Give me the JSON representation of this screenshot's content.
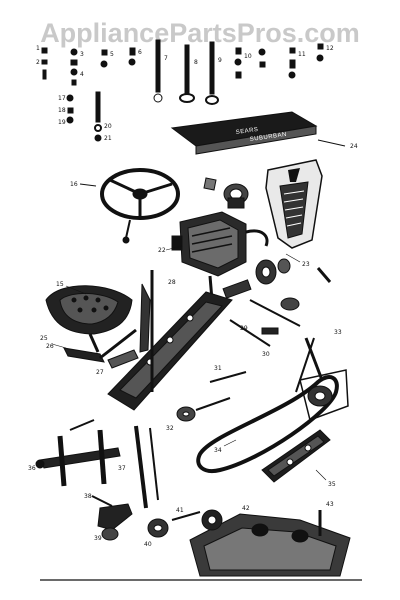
{
  "watermark": {
    "text": "AppliancePartsPros.com",
    "color": "#c9c9c9"
  },
  "seat_brand": {
    "line1": "SEARS",
    "line2": "SUBURBAN"
  },
  "callouts": {
    "row_top": [
      "1",
      "2",
      "3",
      "4",
      "5",
      "6",
      "7",
      "8",
      "9",
      "10",
      "11",
      "12"
    ],
    "column_left": [
      "17",
      "18",
      "19",
      "20",
      "21"
    ],
    "steering": [
      "16"
    ],
    "engine": [
      "22",
      "23",
      "24"
    ],
    "seat_pan": [
      "15",
      "25"
    ],
    "pedal": [
      "26",
      "27"
    ],
    "frame_mid": [
      "28",
      "29",
      "30",
      "31",
      "32"
    ],
    "belt_side": [
      "33",
      "34",
      "35"
    ],
    "front_axle": [
      "36",
      "37"
    ],
    "bottom": [
      "38",
      "39",
      "40",
      "41",
      "42",
      "43"
    ]
  },
  "colors": {
    "ink": "#111111",
    "paper": "#ffffff",
    "watermark": "#c9c9c9"
  }
}
